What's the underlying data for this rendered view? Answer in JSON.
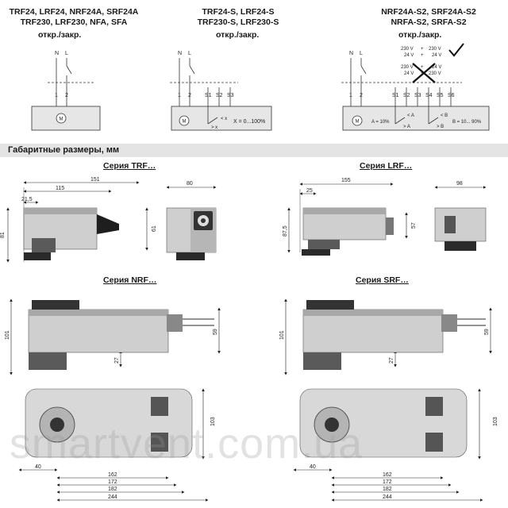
{
  "wiring": {
    "col1": {
      "line1": "TRF24, LRF24, NRF24A, SRF24A",
      "line2": "TRF230, LRF230, NFA, SFA",
      "mode": "откр./закр."
    },
    "col2": {
      "line1": "TRF24-S, LRF24-S",
      "line2": "TRF230-S, LRF230-S",
      "mode": "откр./закр."
    },
    "col3": {
      "line1": "NRF24A-S2, SRF24A-S2",
      "line2": "NRFA-S2, SRFA-S2",
      "mode": "откр./закр."
    },
    "labels": {
      "N": "N",
      "L": "L",
      "t1": "1",
      "t2": "2",
      "motor": "M",
      "S1": "S1",
      "S2": "S2",
      "S3": "S3",
      "S4": "S4",
      "S5": "S5",
      "S6": "S6",
      "ltx": "< x",
      "gtx": "> x",
      "xrange": "X = 0...100%",
      "lta": "< A",
      "gta": "> A",
      "ltb": "< B",
      "gtb": "> B",
      "a_range": "A = 10%",
      "b_range": "B = 10... 90%",
      "v230": "230 V",
      "v24": "24 V",
      "plus": "+"
    }
  },
  "section_title": "Габаритные размеры, мм",
  "series": {
    "trf": "Серия TRF…",
    "lrf": "Серия LRF…",
    "nrf": "Серия NRF…",
    "srf": "Серия SRF…"
  },
  "dims": {
    "trf": {
      "d151": "151",
      "d115": "115",
      "d21": "21,5",
      "d81": "81",
      "d61": "61",
      "d80": "80"
    },
    "lrf": {
      "d155": "155",
      "d25": "25",
      "d87": "87,5",
      "d57": "57",
      "d98": "98"
    },
    "nrf": {
      "d101": "101",
      "d59": "59",
      "d27": "27",
      "d103": "103",
      "d40": "40",
      "d162": "162",
      "d172": "172",
      "d182": "182",
      "d244": "244"
    },
    "srf": {
      "d101": "101",
      "d59": "59",
      "d27": "27",
      "d103": "103",
      "d40": "40",
      "d162": "162",
      "d172": "172",
      "d182": "182",
      "d244": "244"
    }
  },
  "watermark": "smartvent.com.ua",
  "colors": {
    "band": "#e4e4e4",
    "body": "#c8c8c8",
    "dark": "#2a2a2a"
  }
}
